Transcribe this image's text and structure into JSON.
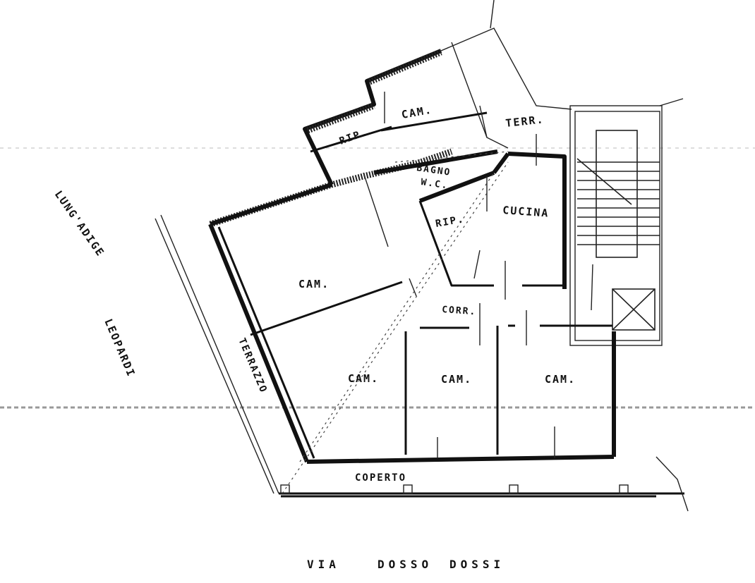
{
  "plan": {
    "rooms": {
      "cam_top": "CAM.",
      "terr_top": "TERR.",
      "rip_top": "RIP.",
      "bagno": "BAGNO",
      "wc": "W.C.",
      "cucina": "CUCINA",
      "rip_mid": "RIP.",
      "cam_big": "CAM.",
      "corr": "CORR.",
      "cam_bl": "CAM.",
      "cam_bm": "CAM.",
      "cam_br": "CAM.",
      "terrazzo": "TERRAZZO",
      "coperto": "COPERTO"
    },
    "streets": {
      "lungadige": "LUNG'ADIGE",
      "leopardi": "LEOPARDI",
      "via": "VIA",
      "dosso1": "DOSSO",
      "dosso2": "DOSSI"
    }
  }
}
